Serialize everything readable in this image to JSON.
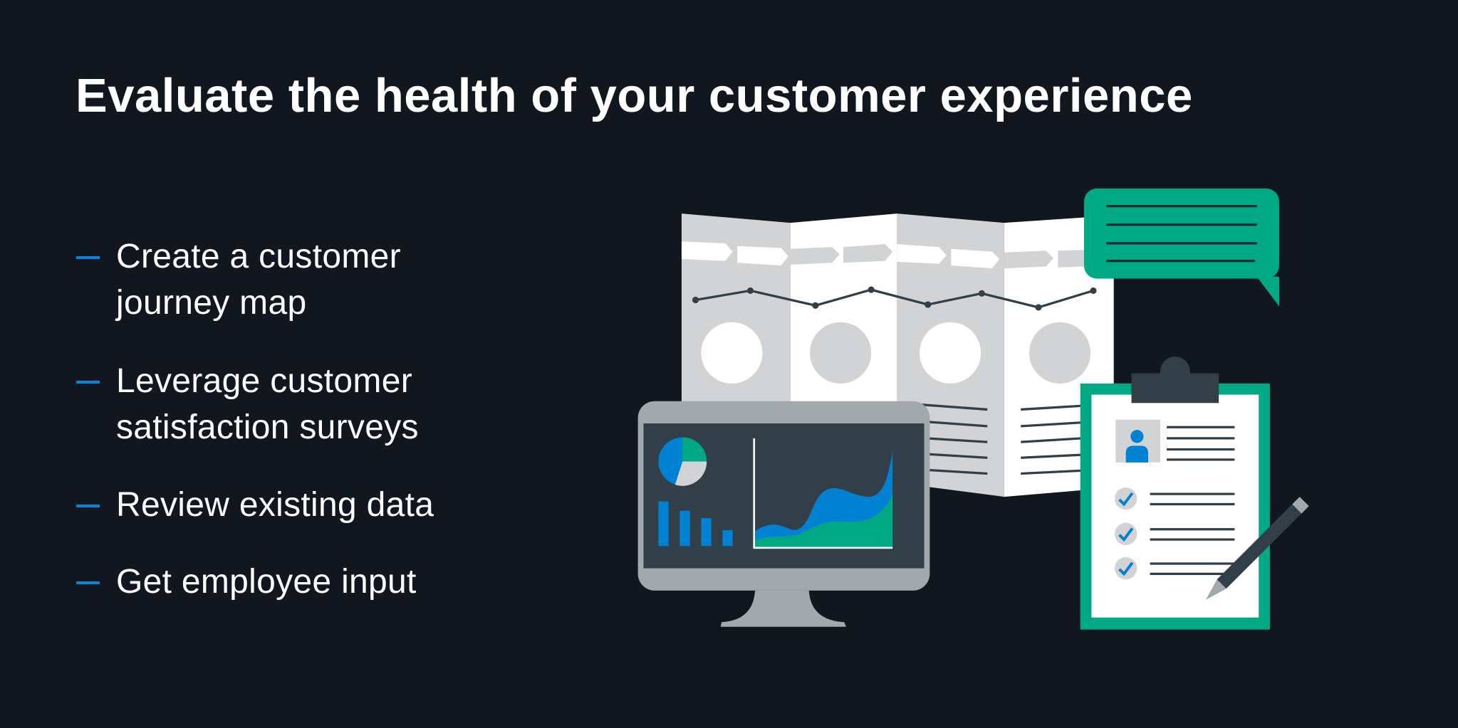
{
  "title": "Evaluate the health of your customer experience",
  "bullets": [
    {
      "line1": "Create a customer",
      "line2": "journey map"
    },
    {
      "line1": "Leverage customer",
      "line2": "satisfaction surveys"
    },
    {
      "line1": "Review existing data"
    },
    {
      "line1": "Get employee input"
    }
  ],
  "colors": {
    "background": "#11171e",
    "accent_blue": "#0081d2",
    "accent_green": "#00a883",
    "dark": "#333f48",
    "gray": "#d1d3d4"
  },
  "illustration": {
    "icons": [
      "journey-map-icon",
      "speech-bubble-icon",
      "monitor-dashboard-icon",
      "clipboard-checklist-icon",
      "pencil-icon"
    ]
  }
}
